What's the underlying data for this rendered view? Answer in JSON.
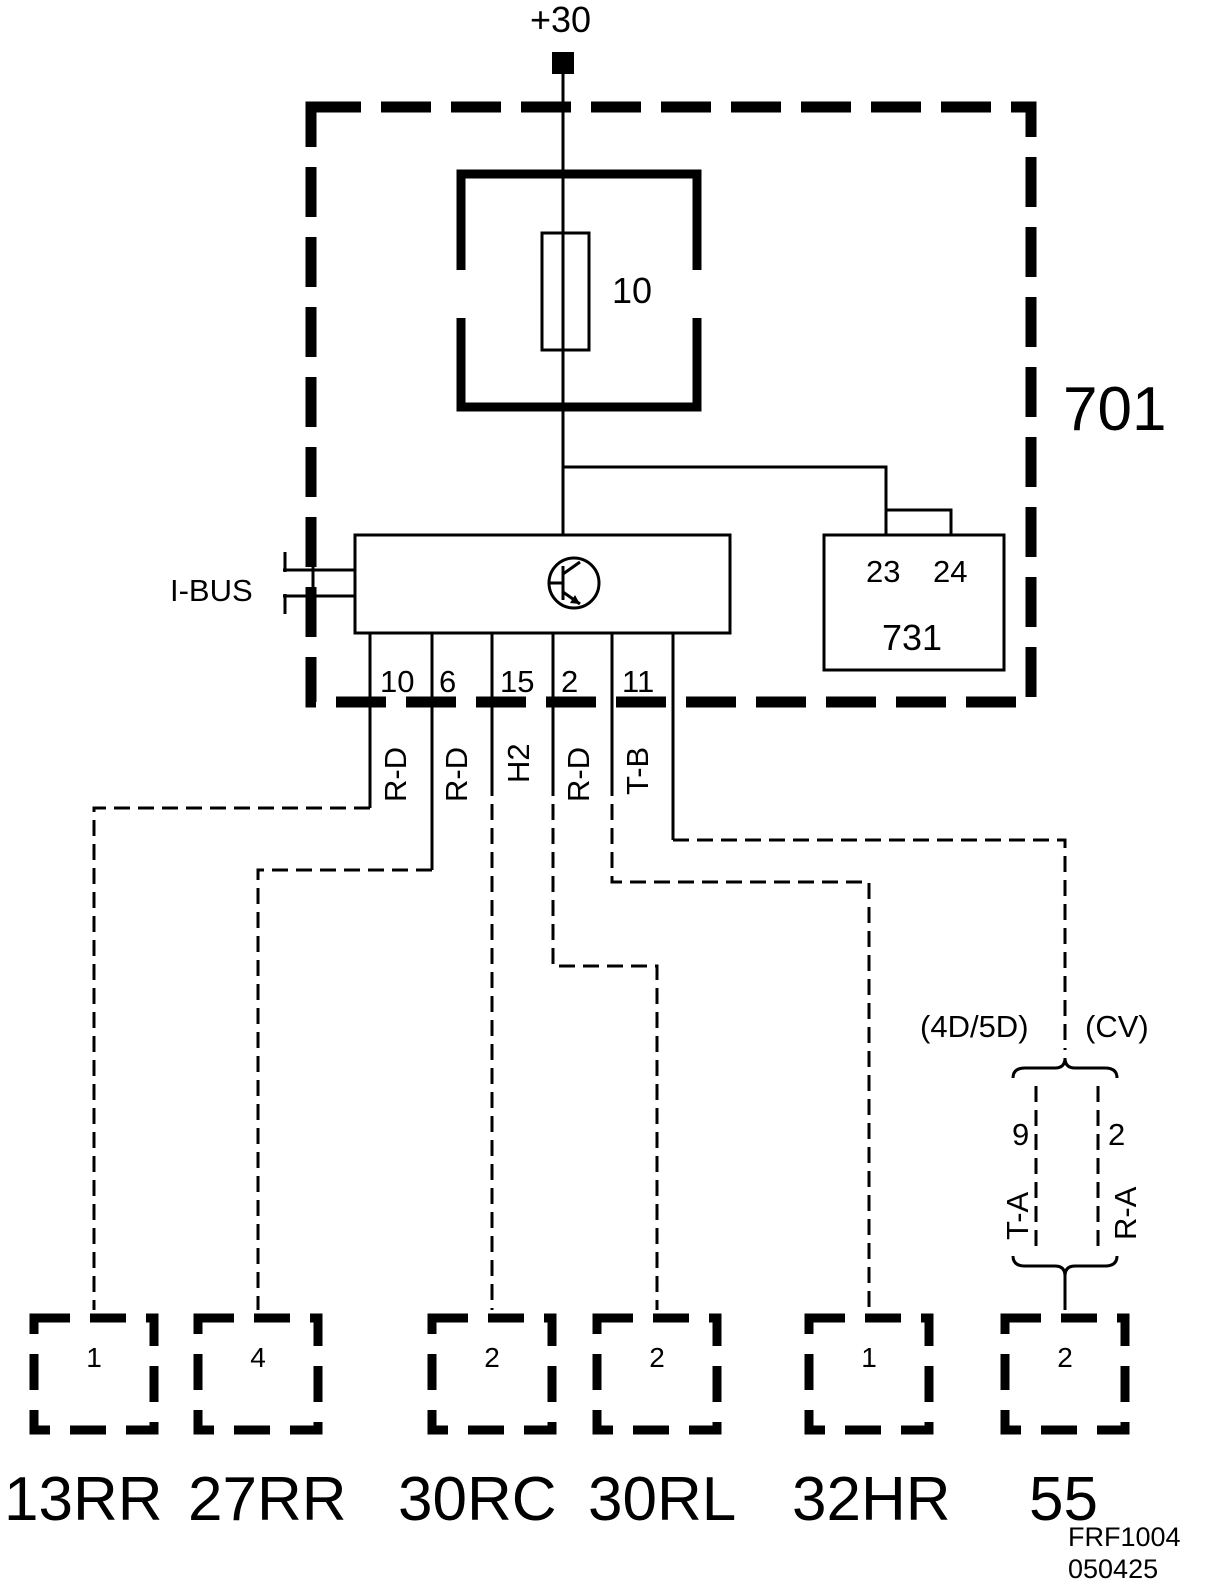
{
  "diagram": {
    "supply_label": "+30",
    "fuse_value": "10",
    "module_label": "701",
    "bus_label": "I-BUS",
    "sub_module": {
      "label": "731",
      "pins": [
        "23",
        "24"
      ]
    },
    "module_pins": [
      {
        "pin": "10",
        "wire": "R-D"
      },
      {
        "pin": "6",
        "wire": "R-D"
      },
      {
        "pin": "15",
        "wire": "H2"
      },
      {
        "pin": "2",
        "wire": "R-D"
      },
      {
        "pin": "11",
        "wire": "T-B"
      }
    ],
    "variant_labels": {
      "left": "(4D/5D)",
      "right": "(CV)"
    },
    "variant_branches": [
      {
        "pin": "9",
        "wire": "T-A"
      },
      {
        "pin": "2",
        "wire": "R-A"
      }
    ],
    "connectors": [
      {
        "pin": "1",
        "name": "13RR"
      },
      {
        "pin": "4",
        "name": "27RR"
      },
      {
        "pin": "2",
        "name": "30RC"
      },
      {
        "pin": "2",
        "name": "30RL"
      },
      {
        "pin": "1",
        "name": "32HR"
      },
      {
        "pin": "2",
        "name": "55"
      }
    ],
    "ref_code": "FRF1004",
    "ref_date": "050425"
  }
}
